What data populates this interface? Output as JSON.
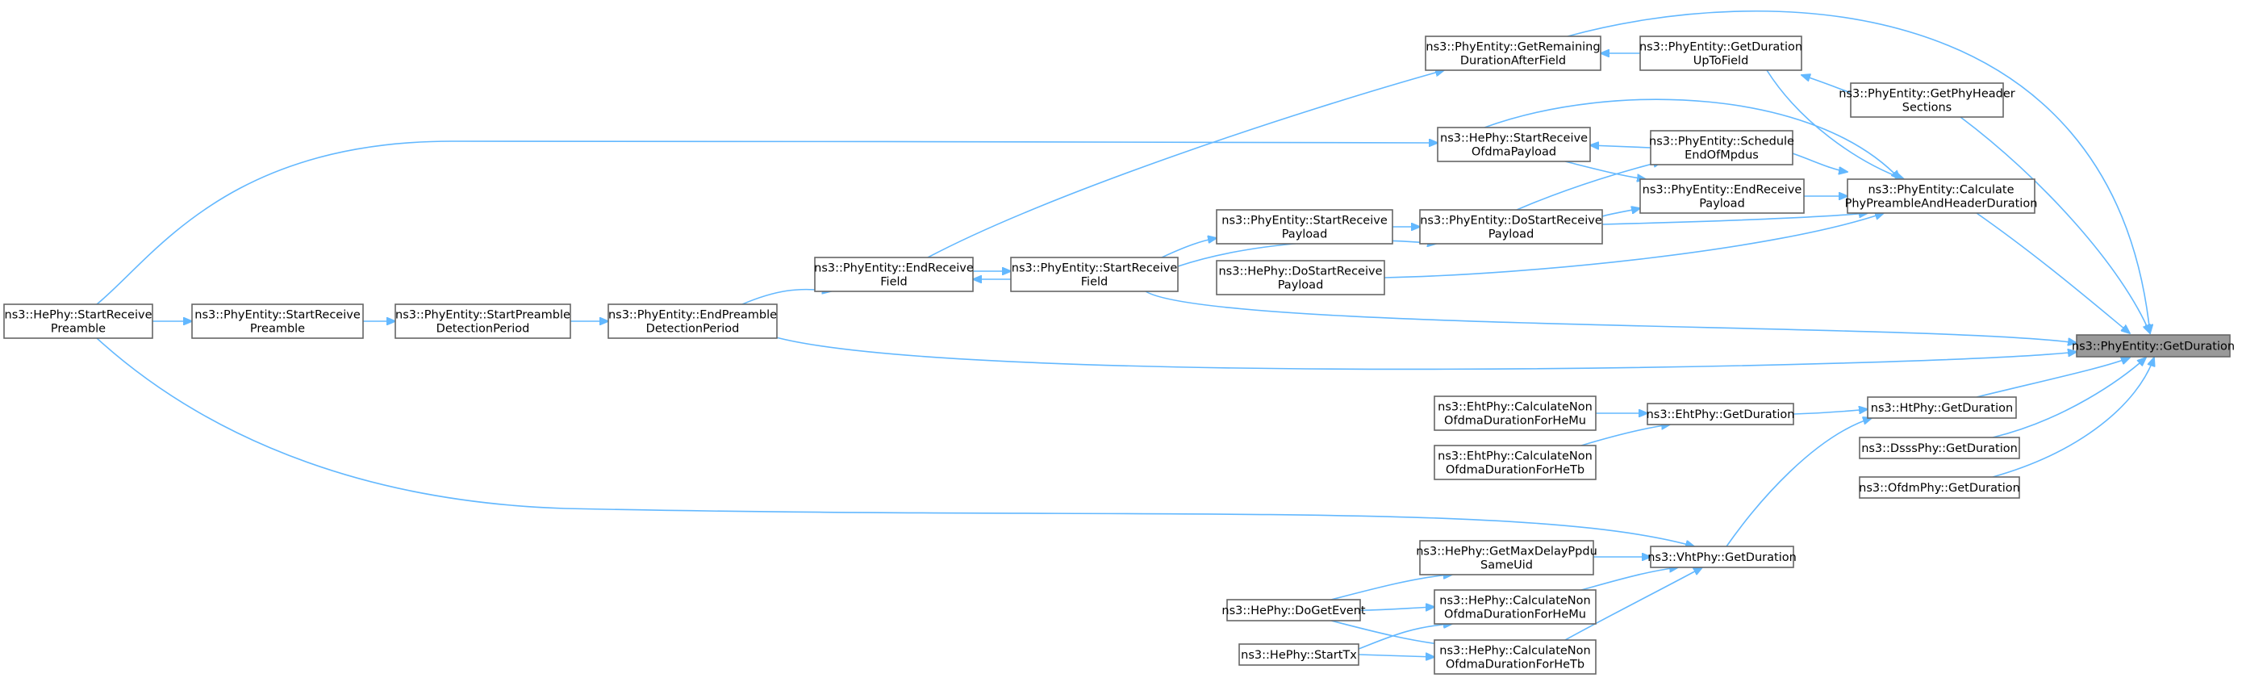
{
  "graph": {
    "title": "ns3::PhyEntity::GetDuration",
    "edge_color": "#63b8ff",
    "node_border_color": "#666666",
    "root_fill_color": "#999999",
    "nodes": [
      {
        "id": "n0",
        "lines": [
          "ns3::PhyEntity::GetDuration"
        ],
        "root": true
      },
      {
        "id": "n1",
        "lines": [
          "ns3::PhyEntity::GetRemaining",
          "DurationAfterField"
        ]
      },
      {
        "id": "n2",
        "lines": [
          "ns3::PhyEntity::GetDuration",
          "UpToField"
        ]
      },
      {
        "id": "n3",
        "lines": [
          "ns3::PhyEntity::GetPhyHeader",
          "Sections"
        ]
      },
      {
        "id": "n4",
        "lines": [
          "ns3::HePhy::StartReceive",
          "OfdmaPayload"
        ]
      },
      {
        "id": "n5",
        "lines": [
          "ns3::PhyEntity::Schedule",
          "EndOfMpdus"
        ]
      },
      {
        "id": "n6",
        "lines": [
          "ns3::PhyEntity::EndReceive",
          "Payload"
        ]
      },
      {
        "id": "n7",
        "lines": [
          "ns3::PhyEntity::Calculate",
          "PhyPreambleAndHeaderDuration"
        ]
      },
      {
        "id": "n8",
        "lines": [
          "ns3::PhyEntity::StartReceive",
          "Payload"
        ]
      },
      {
        "id": "n9",
        "lines": [
          "ns3::PhyEntity::DoStartReceive",
          "Payload"
        ]
      },
      {
        "id": "n10",
        "lines": [
          "ns3::HePhy::DoStartReceive",
          "Payload"
        ]
      },
      {
        "id": "n11",
        "lines": [
          "ns3::PhyEntity::EndReceive",
          "Field"
        ]
      },
      {
        "id": "n12",
        "lines": [
          "ns3::PhyEntity::StartReceive",
          "Field"
        ]
      },
      {
        "id": "n13",
        "lines": [
          "ns3::HePhy::StartReceive",
          "Preamble"
        ]
      },
      {
        "id": "n14",
        "lines": [
          "ns3::PhyEntity::StartReceive",
          "Preamble"
        ]
      },
      {
        "id": "n15",
        "lines": [
          "ns3::PhyEntity::StartPreamble",
          "DetectionPeriod"
        ]
      },
      {
        "id": "n16",
        "lines": [
          "ns3::PhyEntity::EndPreamble",
          "DetectionPeriod"
        ]
      },
      {
        "id": "n17",
        "lines": [
          "ns3::EhtPhy::CalculateNon",
          "OfdmaDurationForHeMu"
        ]
      },
      {
        "id": "n18",
        "lines": [
          "ns3::EhtPhy::GetDuration"
        ]
      },
      {
        "id": "n19",
        "lines": [
          "ns3::HtPhy::GetDuration"
        ]
      },
      {
        "id": "n20",
        "lines": [
          "ns3::EhtPhy::CalculateNon",
          "OfdmaDurationForHeTb"
        ]
      },
      {
        "id": "n21",
        "lines": [
          "ns3::DsssPhy::GetDuration"
        ]
      },
      {
        "id": "n22",
        "lines": [
          "ns3::OfdmPhy::GetDuration"
        ]
      },
      {
        "id": "n23",
        "lines": [
          "ns3::HePhy::GetMaxDelayPpdu",
          "SameUid"
        ]
      },
      {
        "id": "n24",
        "lines": [
          "ns3::VhtPhy::GetDuration"
        ]
      },
      {
        "id": "n25",
        "lines": [
          "ns3::HePhy::DoGetEvent"
        ]
      },
      {
        "id": "n26",
        "lines": [
          "ns3::HePhy::CalculateNon",
          "OfdmaDurationForHeMu"
        ]
      },
      {
        "id": "n27",
        "lines": [
          "ns3::HePhy::StartTx"
        ]
      },
      {
        "id": "n28",
        "lines": [
          "ns3::HePhy::CalculateNon",
          "OfdmaDurationForHeTb"
        ]
      }
    ]
  }
}
